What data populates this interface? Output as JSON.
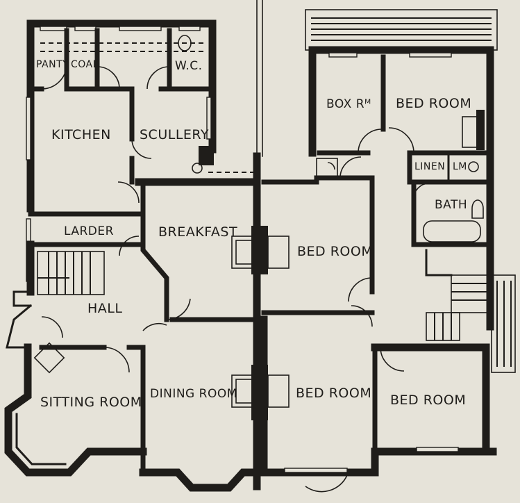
{
  "rooms": {
    "pantry": "PANTY",
    "coal": "COAL",
    "wc": "W.C.",
    "kitchen": "KITCHEN",
    "scullery": "SCULLERY",
    "larder": "LARDER",
    "breakfast": "BREAKFAST",
    "hall": "HALL",
    "sitting_room": "SITTING ROOM",
    "dining_room": "DINING ROOM",
    "box_room": "BOX Rᴹ",
    "bed_room_1": "BED ROOM",
    "linen": "LINEN",
    "lavatory": "LM",
    "bath": "BATH",
    "bed_room_2": "BED ROOM",
    "bed_room_3": "BED ROOM",
    "bed_room_4": "BED ROOM"
  },
  "colors": {
    "paper": "#e6e3d9",
    "ink": "#1f1d1a"
  }
}
